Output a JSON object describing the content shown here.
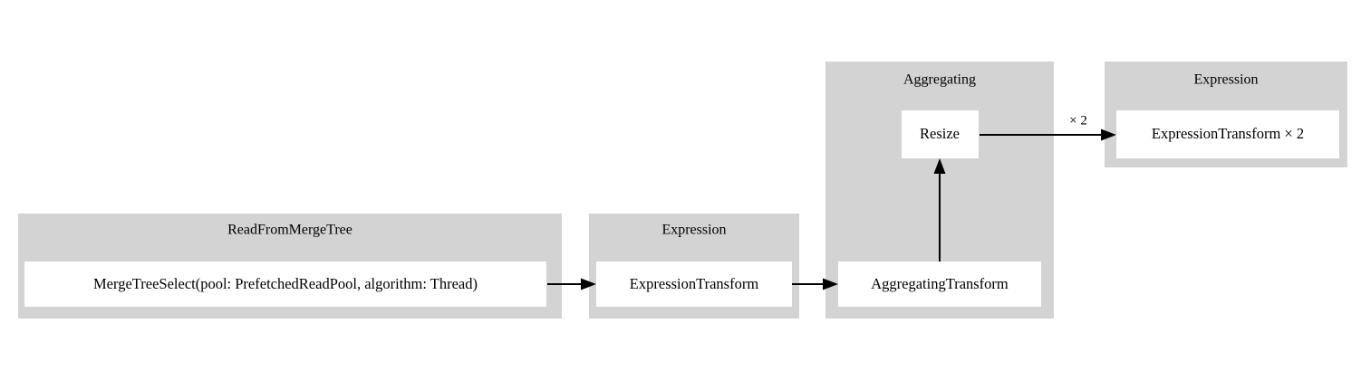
{
  "diagram": {
    "type": "pipeline-flow-graph",
    "background_color": "#ffffff",
    "cluster_fill": "#d3d3d3",
    "node_fill": "#ffffff",
    "edge_color": "#000000",
    "clusters": [
      {
        "id": "read-from-merge-tree",
        "title": "ReadFromMergeTree",
        "nodes": [
          {
            "id": "merge-tree-select",
            "label": "MergeTreeSelect(pool: PrefetchedReadPool, algorithm: Thread)"
          }
        ]
      },
      {
        "id": "expression-left",
        "title": "Expression",
        "nodes": [
          {
            "id": "expression-transform",
            "label": "ExpressionTransform"
          }
        ]
      },
      {
        "id": "aggregating",
        "title": "Aggregating",
        "nodes": [
          {
            "id": "resize",
            "label": "Resize"
          },
          {
            "id": "aggregating-transform",
            "label": "AggregatingTransform"
          }
        ]
      },
      {
        "id": "expression-right",
        "title": "Expression",
        "nodes": [
          {
            "id": "expression-transform-x2",
            "label": "ExpressionTransform × 2"
          }
        ]
      }
    ],
    "edges": [
      {
        "id": "edge-merge-to-expression",
        "from": "merge-tree-select",
        "to": "expression-transform",
        "label": ""
      },
      {
        "id": "edge-expression-to-aggregating",
        "from": "expression-transform",
        "to": "aggregating-transform",
        "label": ""
      },
      {
        "id": "edge-aggregating-to-resize",
        "from": "aggregating-transform",
        "to": "resize",
        "label": ""
      },
      {
        "id": "edge-resize-to-expression-x2",
        "from": "resize",
        "to": "expression-transform-x2",
        "label": "× 2"
      }
    ]
  }
}
